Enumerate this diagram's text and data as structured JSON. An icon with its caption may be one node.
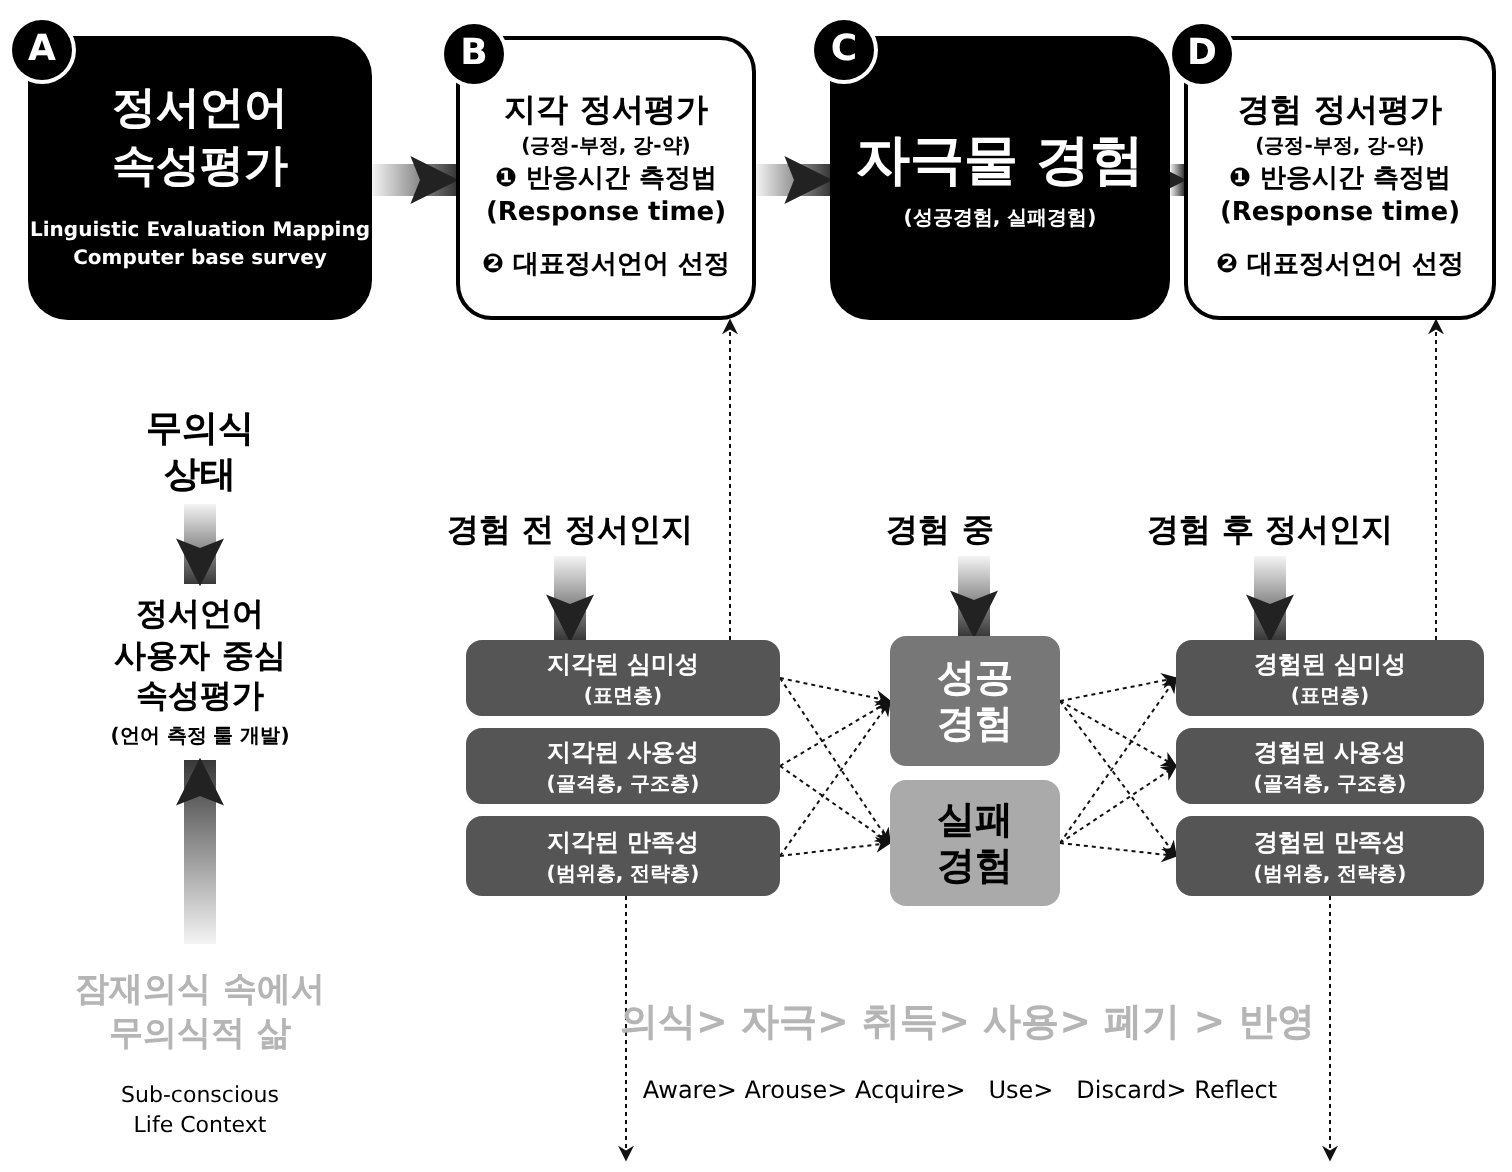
{
  "diagram": {
    "nodes": [
      {
        "text": [
          "A",
          "정서언어 속성평가",
          "Linguistic Evaluation Mapping Computer base survey"
        ]
      },
      {
        "text": [
          "B",
          "지각 정서평가",
          "(긍정-부정, 강-약)",
          "❶ 반응시간 측정법 (Response time)",
          "❷ 대표정서언어 선정"
        ]
      },
      {
        "text": [
          "C",
          "자극물 경험",
          "(성공경험, 실패경험)"
        ]
      },
      {
        "text": [
          "D",
          "경험 정서평가",
          "(긍정-부정, 강-약)",
          "❶ 반응시간 측정법 (Response time)",
          "❷ 대표정서언어 선정"
        ]
      },
      {
        "text": [
          "무의식 상태"
        ]
      },
      {
        "text": [
          "정서언어 사용자 중심 속성평가",
          "(언어 측정 툴 개발)"
        ]
      },
      {
        "text": [
          "잠재의식 속에서 무의식적 삶",
          "Sub-conscious Life Context"
        ]
      },
      {
        "text": [
          "경험 전 정서인지"
        ]
      },
      {
        "text": [
          "지각된 심미성",
          "(표면층)"
        ]
      },
      {
        "text": [
          "지각된 사용성",
          "(골격층, 구조층)"
        ]
      },
      {
        "text": [
          "지각된 만족성",
          "(범위층, 전략층)"
        ]
      },
      {
        "text": [
          "경험 중"
        ]
      },
      {
        "text": [
          "성공 경험"
        ]
      },
      {
        "text": [
          "실패 경험"
        ]
      },
      {
        "text": [
          "경험 후 정서인지"
        ]
      },
      {
        "text": [
          "경험된 심미성",
          "(표면층)"
        ]
      },
      {
        "text": [
          "경험된 사용성",
          "(골격층, 구조층)"
        ]
      },
      {
        "text": [
          "경험된 만족성",
          "(범위층, 전략층)"
        ]
      }
    ],
    "edges": [
      {
        "from": 0,
        "to": 1,
        "arrow": "to",
        "style": "thick"
      },
      {
        "from": 1,
        "to": 2,
        "arrow": "to",
        "style": "thick"
      },
      {
        "from": 2,
        "to": 3,
        "arrow": "to",
        "style": "thick"
      },
      {
        "from": 4,
        "to": 5,
        "arrow": "to",
        "style": "thick"
      },
      {
        "from": 6,
        "to": 5,
        "arrow": "to",
        "style": "thick"
      },
      {
        "from": 7,
        "to": 8,
        "arrow": "to",
        "style": "thick"
      },
      {
        "from": 11,
        "to": 12,
        "arrow": "to",
        "style": "thick"
      },
      {
        "from": 14,
        "to": 15,
        "arrow": "to",
        "style": "thick"
      },
      {
        "from": 8,
        "to": 1,
        "arrow": "to",
        "style": "dashed"
      },
      {
        "from": 15,
        "to": 3,
        "arrow": "to",
        "style": "dashed"
      },
      {
        "from": 10,
        "to": null,
        "arrow": "to",
        "style": "dashed"
      },
      {
        "from": 17,
        "to": null,
        "arrow": "to",
        "style": "dashed"
      },
      {
        "from": 8,
        "to": 12,
        "arrow": "to",
        "style": "dashed"
      },
      {
        "from": 8,
        "to": 13,
        "arrow": "to",
        "style": "dashed"
      },
      {
        "from": 9,
        "to": 12,
        "arrow": "to",
        "style": "dashed"
      },
      {
        "from": 9,
        "to": 13,
        "arrow": "to",
        "style": "dashed"
      },
      {
        "from": 10,
        "to": 12,
        "arrow": "to",
        "style": "dashed"
      },
      {
        "from": 10,
        "to": 13,
        "arrow": "to",
        "style": "dashed"
      },
      {
        "from": 12,
        "to": 15,
        "arrow": "to",
        "style": "dashed"
      },
      {
        "from": 12,
        "to": 16,
        "arrow": "to",
        "style": "dashed"
      },
      {
        "from": 12,
        "to": 17,
        "arrow": "to",
        "style": "dashed"
      },
      {
        "from": 13,
        "to": 15,
        "arrow": "to",
        "style": "dashed"
      },
      {
        "from": 13,
        "to": 16,
        "arrow": "to",
        "style": "dashed"
      },
      {
        "from": 13,
        "to": 17,
        "arrow": "to",
        "style": "dashed"
      }
    ],
    "labels": [
      "의식> 자극> 취득> 사용> 폐기 > 반영",
      "Aware> Arouse> Acquire>   Use>   Discard> Reflect"
    ]
  }
}
